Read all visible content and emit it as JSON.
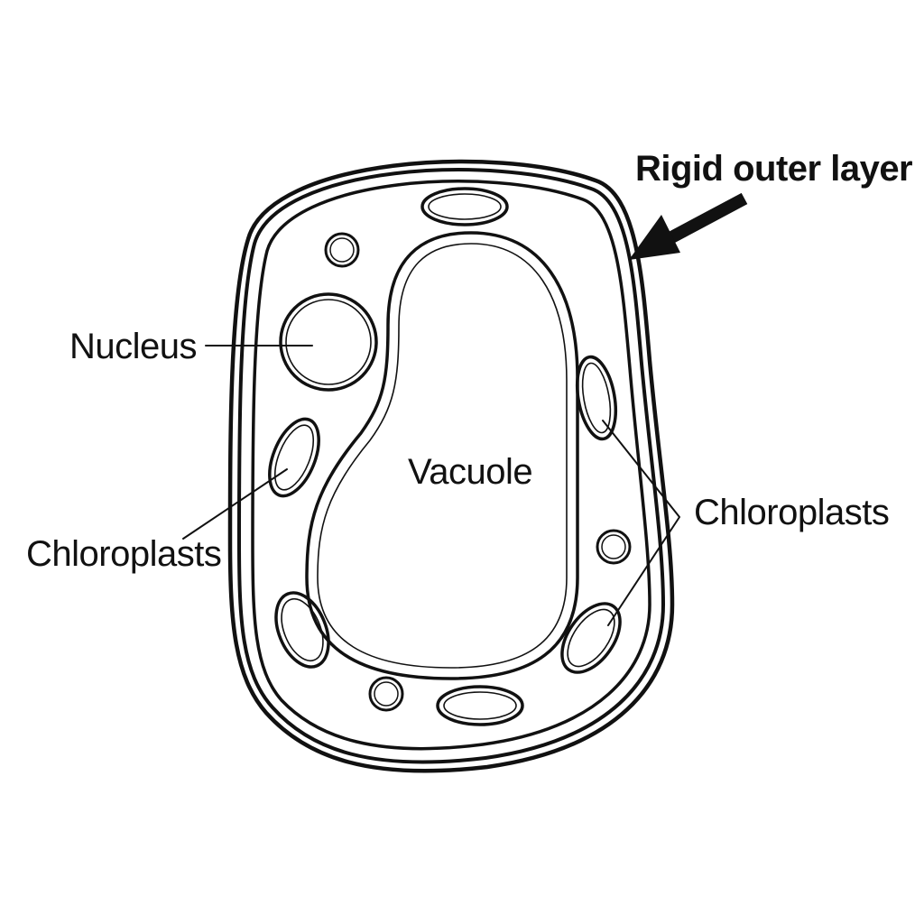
{
  "labels": {
    "outer_layer": "Rigid outer layer",
    "nucleus": "Nucleus",
    "vacuole": "Vacuole",
    "chloroplasts_left": "Chloroplasts",
    "chloroplasts_right": "Chloroplasts"
  },
  "colors": {
    "stroke": "#111111",
    "background": "#ffffff"
  }
}
